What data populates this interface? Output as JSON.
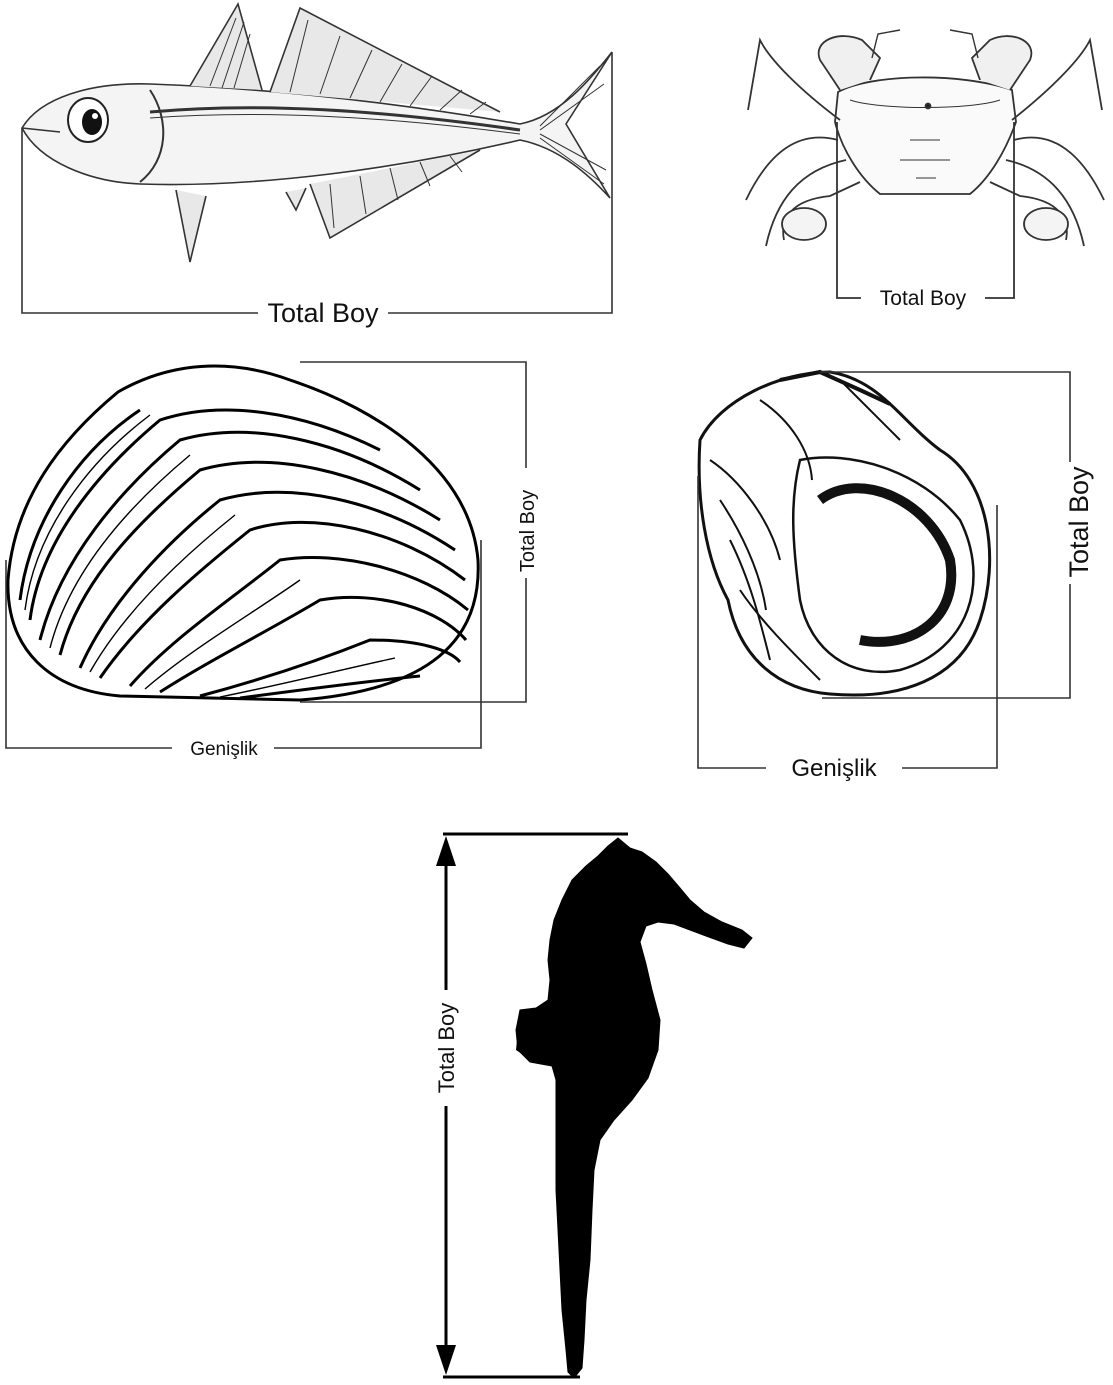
{
  "panels": {
    "fish": {
      "length_label": "Total Boy"
    },
    "crab": {
      "length_label": "Total Boy"
    },
    "clam": {
      "length_label": "Total Boy",
      "width_label": "Genişlik"
    },
    "snail": {
      "length_label": "Total Boy",
      "width_label": "Genişlik"
    },
    "seahorse": {
      "length_label": "Total Boy"
    }
  }
}
